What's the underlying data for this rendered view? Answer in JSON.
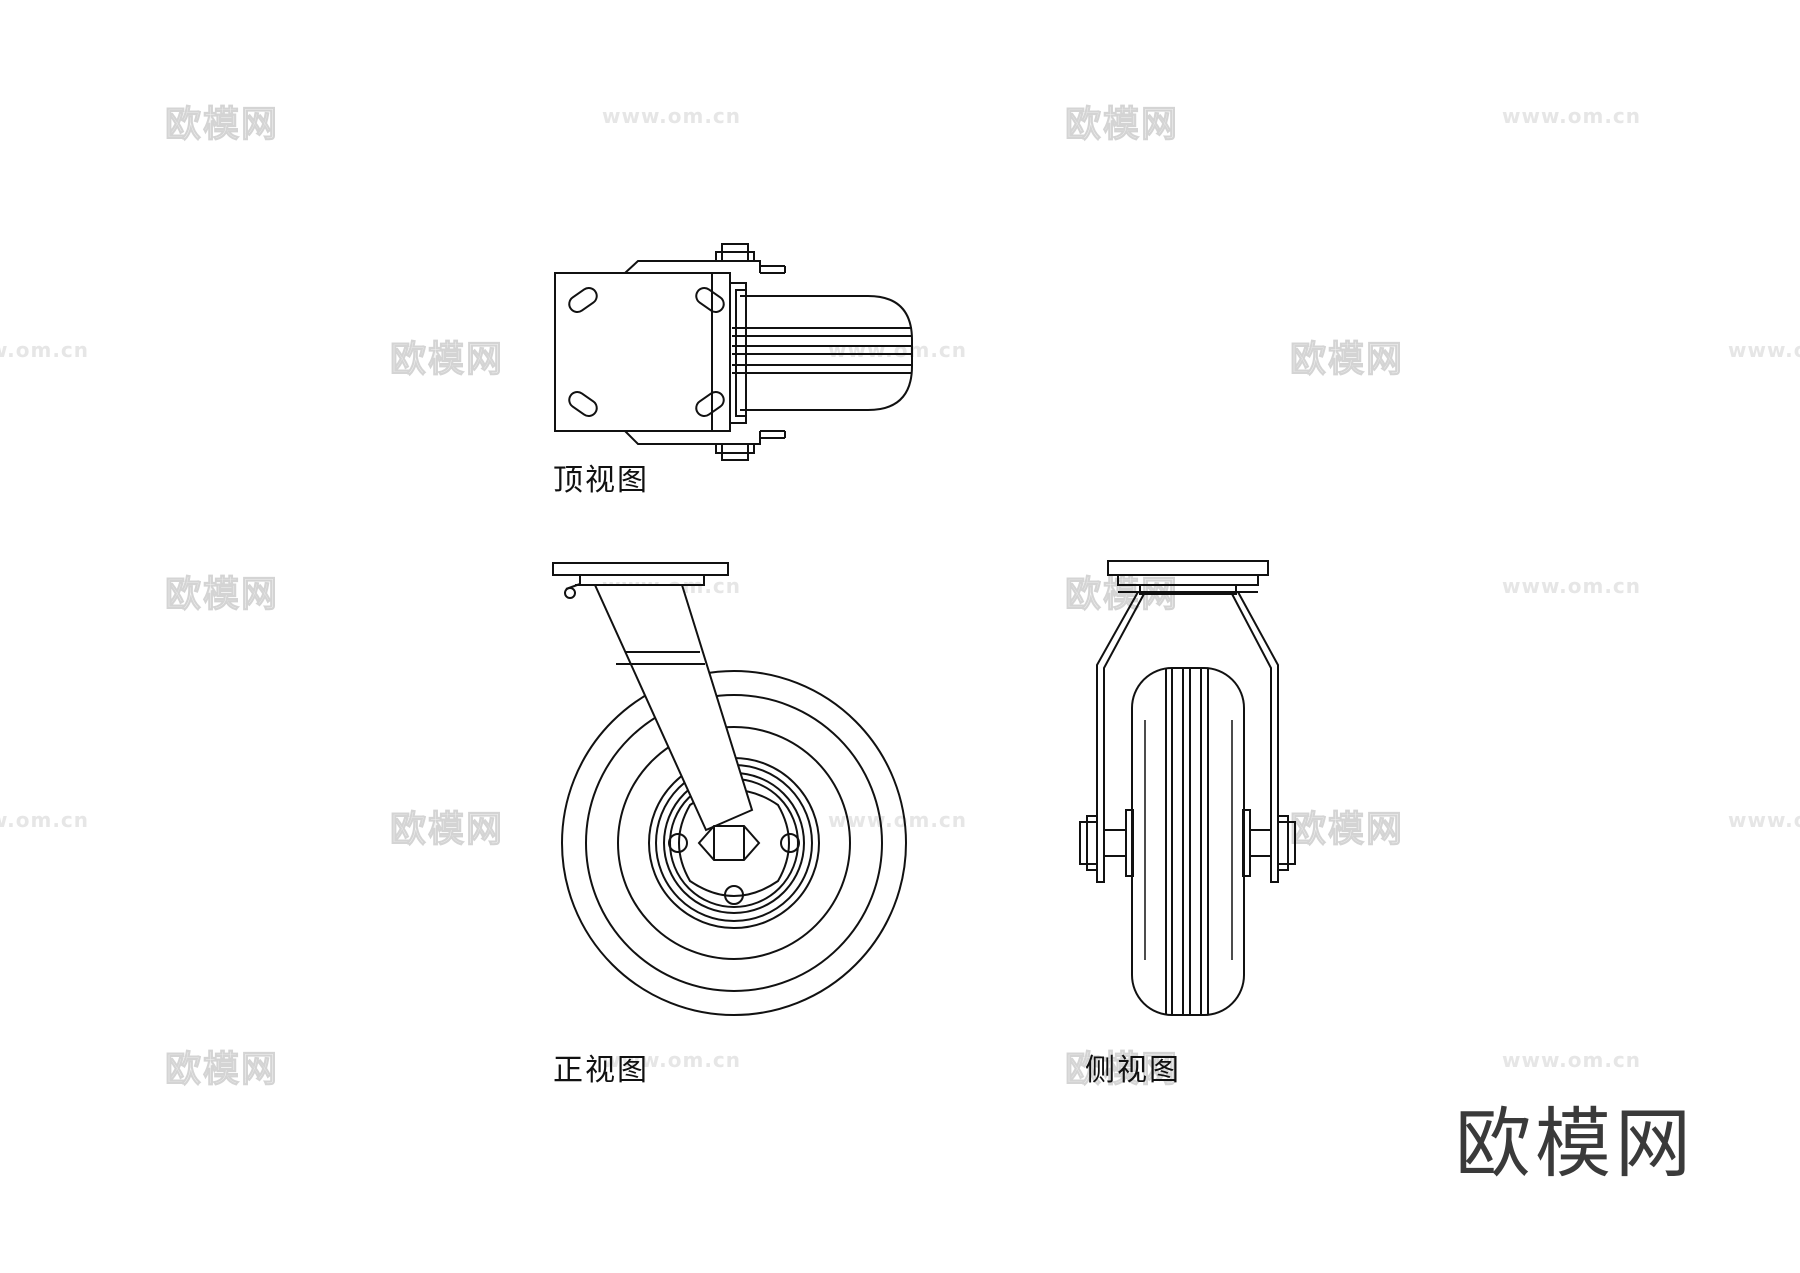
{
  "views": {
    "top": "顶视图",
    "front": "正视图",
    "side": "侧视图"
  },
  "watermark": {
    "brand": "欧模网",
    "url": "www.om.cn"
  },
  "brand_logo": "欧模网"
}
